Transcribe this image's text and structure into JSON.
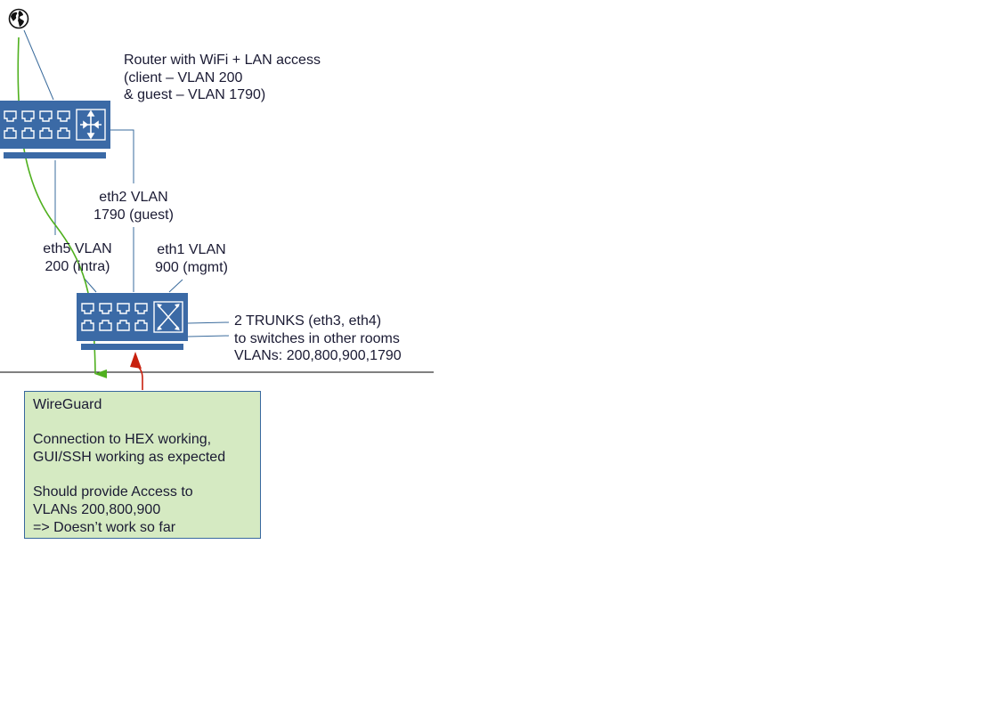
{
  "router": {
    "label_line1": "Router with WiFi + LAN access",
    "label_line2": "(client – VLAN 200",
    "label_line3": "& guest – VLAN 1790)"
  },
  "links": {
    "eth2_line1": "eth2 VLAN",
    "eth2_line2": "1790 (guest)",
    "eth5_line1": "eth5 VLAN",
    "eth5_line2": "200 (intra)",
    "eth1_line1": "eth1 VLAN",
    "eth1_line2": "900 (mgmt)"
  },
  "trunks": {
    "line1": "2 TRUNKS (eth3, eth4)",
    "line2": "to switches in other rooms",
    "line3": "VLANs: 200,800,900,1790"
  },
  "wireguard": {
    "title": "WireGuard",
    "line1": "Connection to HEX working,",
    "line2": "GUI/SSH working as expected",
    "line3": "Should provide Access to",
    "line4": "VLANs 200,800,900",
    "line5": "=> Doesn’t work so far"
  },
  "colors": {
    "device_blue": "#3b6aa6",
    "device_stroke": "#2e5a8f",
    "line_blue": "#3a6b9c",
    "tunnel_green": "#4fb01e",
    "return_red": "#c8200e",
    "box_fill": "#d5eac2"
  },
  "icons": {
    "internet": "globe-icon",
    "router": "router-icon",
    "switch": "switch-icon"
  }
}
